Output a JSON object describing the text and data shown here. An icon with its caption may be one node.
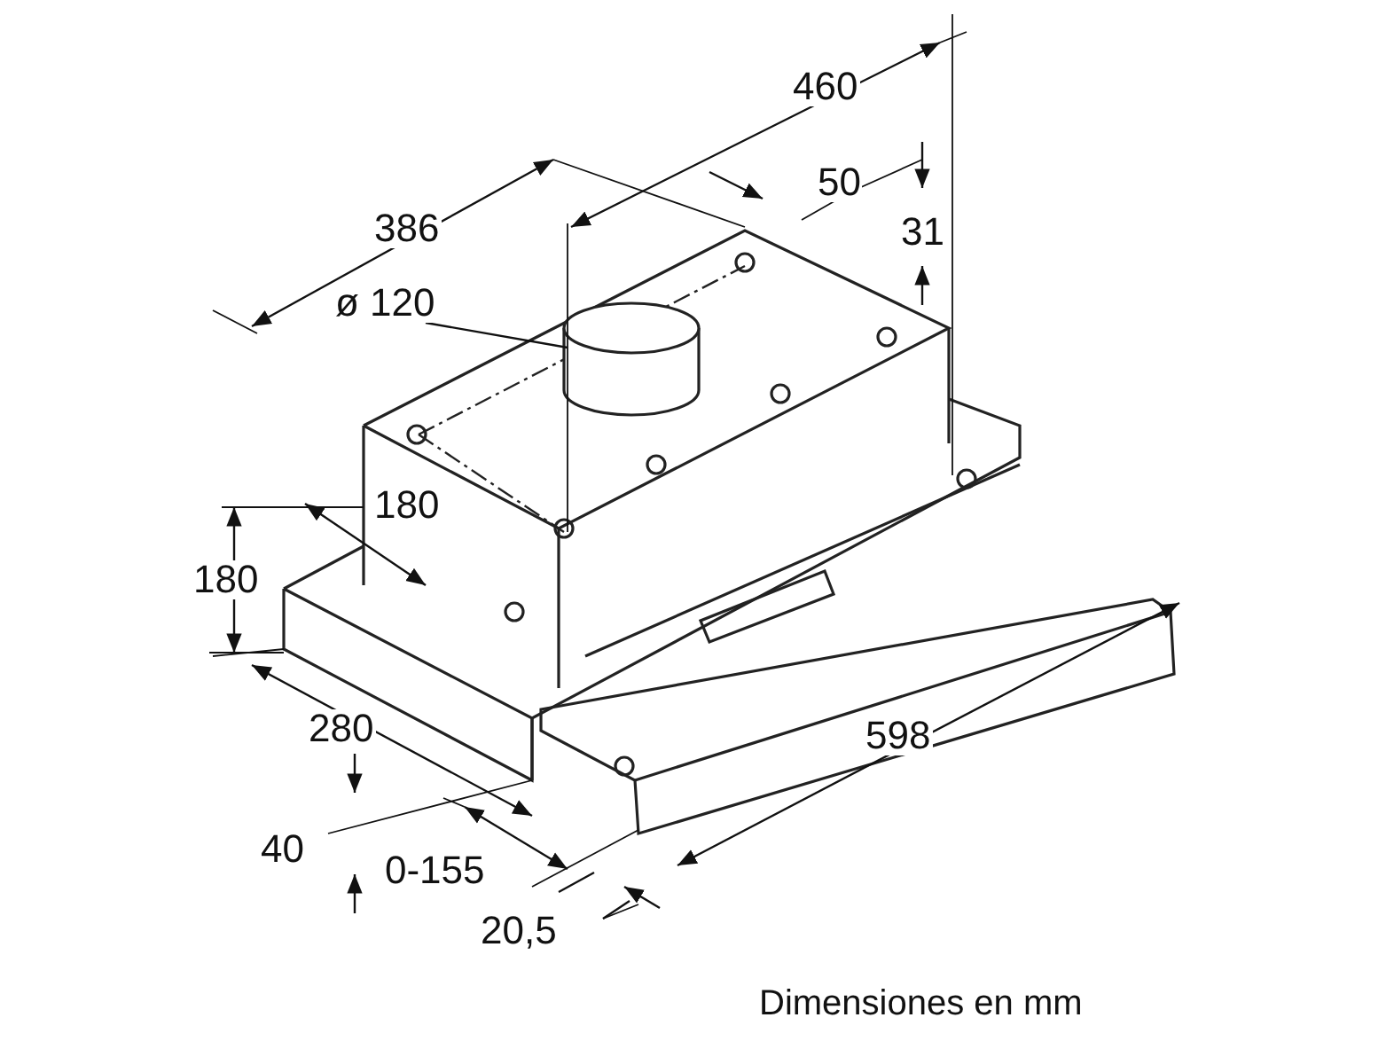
{
  "diagram": {
    "caption": "Dimensiones en mm",
    "labels": [
      "460",
      "50",
      "386",
      "31",
      "ø 120",
      "180",
      "180",
      "280",
      "598",
      "40",
      "0-155",
      "20,5"
    ]
  }
}
